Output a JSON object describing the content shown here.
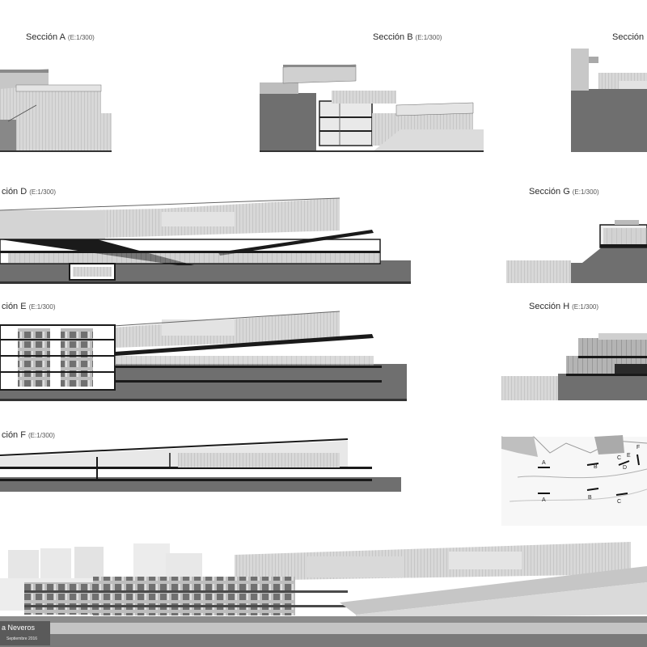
{
  "sections": [
    {
      "title": "Sección A",
      "scale": "(E:1/300)"
    },
    {
      "title": "Sección B",
      "scale": "(E:1/300)"
    },
    {
      "title": "Sección",
      "scale": ""
    },
    {
      "title": "ción D",
      "scale": "(E:1/300)"
    },
    {
      "title": "Sección G",
      "scale": "(E:1/300)"
    },
    {
      "title": "ción E",
      "scale": "(E:1/300)"
    },
    {
      "title": "Sección H",
      "scale": "(E:1/300)"
    },
    {
      "title": "ción F",
      "scale": "(E:1/300)"
    }
  ],
  "key_plan": {
    "letters": [
      "A",
      "A",
      "B",
      "B",
      "C",
      "C",
      "E",
      "D",
      "F"
    ]
  },
  "elevation": {
    "credit_name": "a Neveros",
    "credit_date": "Septiembre 2016"
  },
  "colors": {
    "ground": "#6f6f6f",
    "slab": "#1a1a1a",
    "facade": "#c9c9c9",
    "light_facade": "#e2e2e2",
    "glass": "#9a9a9a"
  }
}
